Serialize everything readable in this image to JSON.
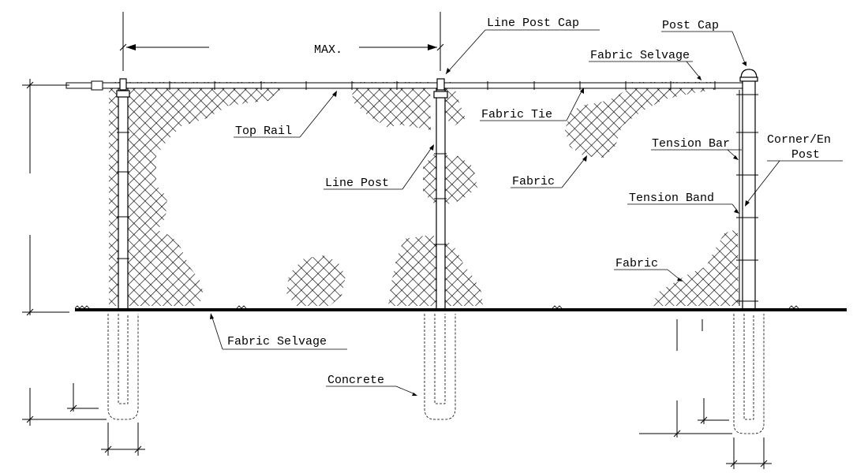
{
  "labels": {
    "max": "MAX.",
    "line_post_cap": "Line Post Cap",
    "post_cap": "Post Cap",
    "fabric_selvage_top": "Fabric Selvage",
    "top_rail": "Top Rail",
    "fabric_tie": "Fabric Tie",
    "tension_bar": "Tension Bar",
    "corner_end_post_1": "Corner/En",
    "corner_end_post_2": "Post",
    "line_post": "Line Post",
    "fabric_1": "Fabric",
    "tension_band": "Tension Band",
    "fabric_2": "Fabric",
    "fabric_selvage_bottom": "Fabric Selvage",
    "concrete": "Concrete"
  }
}
